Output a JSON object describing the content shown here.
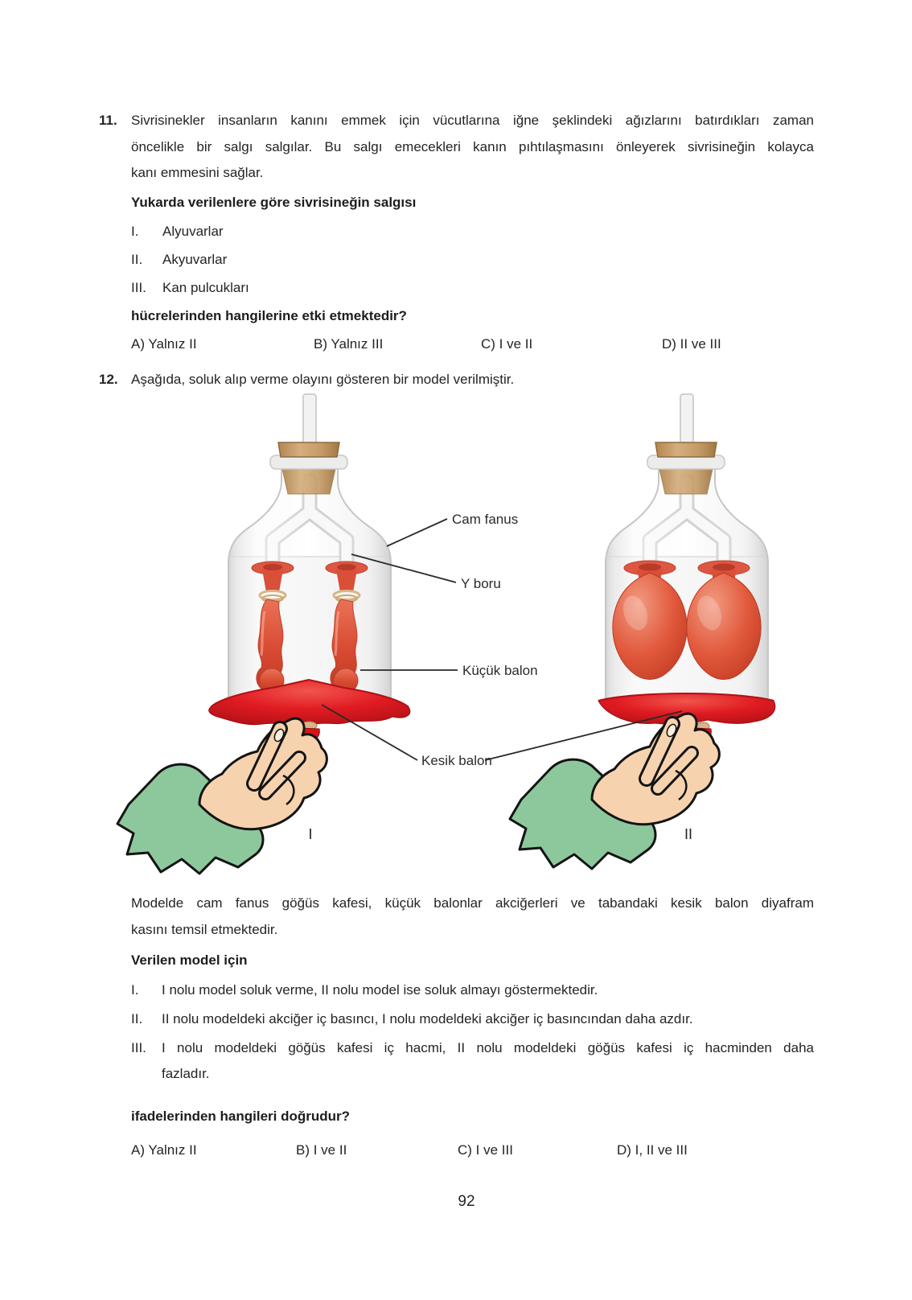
{
  "page": {
    "number": "92"
  },
  "q11": {
    "number": "11.",
    "lines": [
      "Sivrisinekler insanların kanını emmek için vücutlarına iğne şeklindeki ağızlarını batırdıkları zaman",
      "öncelikle bir salgı salgılar. Bu salgı emecekleri kanın pıhtılaşmasını önleyerek sivrisineğin kolayca",
      "kanı emmesini sağlar."
    ],
    "heading": "Yukarda verilenlere göre sivrisineğin salgısı",
    "items": [
      {
        "numeral": "I.",
        "text": "Alyuvarlar"
      },
      {
        "numeral": "II.",
        "text": "Akyuvarlar"
      },
      {
        "numeral": "III.",
        "text": "Kan pulcukları"
      }
    ],
    "question": "hücrelerinden hangilerine etki etmektedir?",
    "options": [
      {
        "label": "A) Yalnız II"
      },
      {
        "label": "B) Yalnız III"
      },
      {
        "label": "C) I ve II"
      },
      {
        "label": "D) II ve III"
      }
    ]
  },
  "q12": {
    "number": "12.",
    "intro": "Aşağıda, soluk alıp verme olayını gösteren bir model verilmiştir.",
    "diagram": {
      "labels": {
        "cam_fanus": "Cam fanus",
        "y_boru": "Y boru",
        "kucuk_balon": "Küçük balon",
        "kesik_balon": "Kesik balon",
        "model1": "I",
        "model2": "II"
      }
    },
    "paragraph_lines": [
      "Modelde cam fanus göğüs kafesi, küçük balonlar akciğerleri ve tabandaki kesik balon diyafram",
      "kasını temsil etmektedir."
    ],
    "heading": "Verilen model için",
    "items": [
      {
        "numeral": "I.",
        "lines": [
          "I nolu model soluk verme, II nolu model ise soluk almayı göstermektedir."
        ]
      },
      {
        "numeral": "II.",
        "lines": [
          "II nolu modeldeki akciğer iç basıncı, I nolu modeldeki akciğer iç basıncından daha azdır."
        ]
      },
      {
        "numeral": "III.",
        "lines": [
          "I nolu modeldeki göğüs kafesi iç hacmi, II nolu modeldeki göğüs kafesi iç hacminden daha",
          "fazladır."
        ]
      }
    ],
    "question": "ifadelerinden hangileri doğrudur?",
    "options": [
      {
        "label": "A) Yalnız II"
      },
      {
        "label": "B) I ve II"
      },
      {
        "label": "C) I ve III"
      },
      {
        "label": "D) I, II ve III"
      }
    ]
  },
  "colors": {
    "balloon_salmon": "#d94f35",
    "cut_balloon_red": "#e01b22",
    "cork_tan": "#c59c68",
    "sleeve_green": "#8cc89c",
    "skin": "#f6d3ae",
    "glass_gray": "#dedede"
  }
}
